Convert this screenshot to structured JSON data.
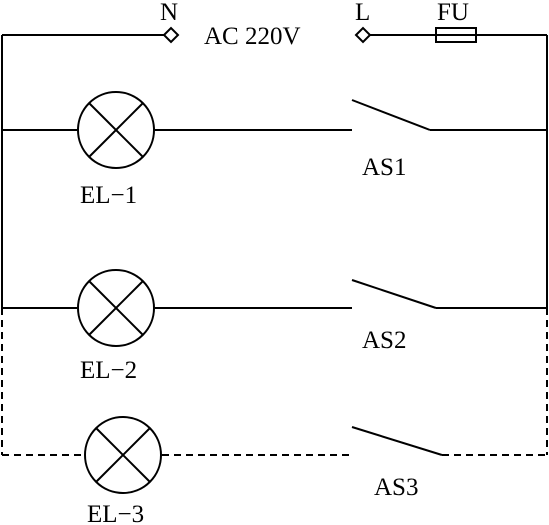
{
  "supply": {
    "neutral_label": "N",
    "live_label": "L",
    "voltage_label": "AC 220V",
    "fuse_label": "FU"
  },
  "lamps": [
    {
      "label": "EL−1"
    },
    {
      "label": "EL−2"
    },
    {
      "label": "EL−3"
    }
  ],
  "switches": [
    {
      "label": "AS1"
    },
    {
      "label": "AS2"
    },
    {
      "label": "AS3"
    }
  ]
}
